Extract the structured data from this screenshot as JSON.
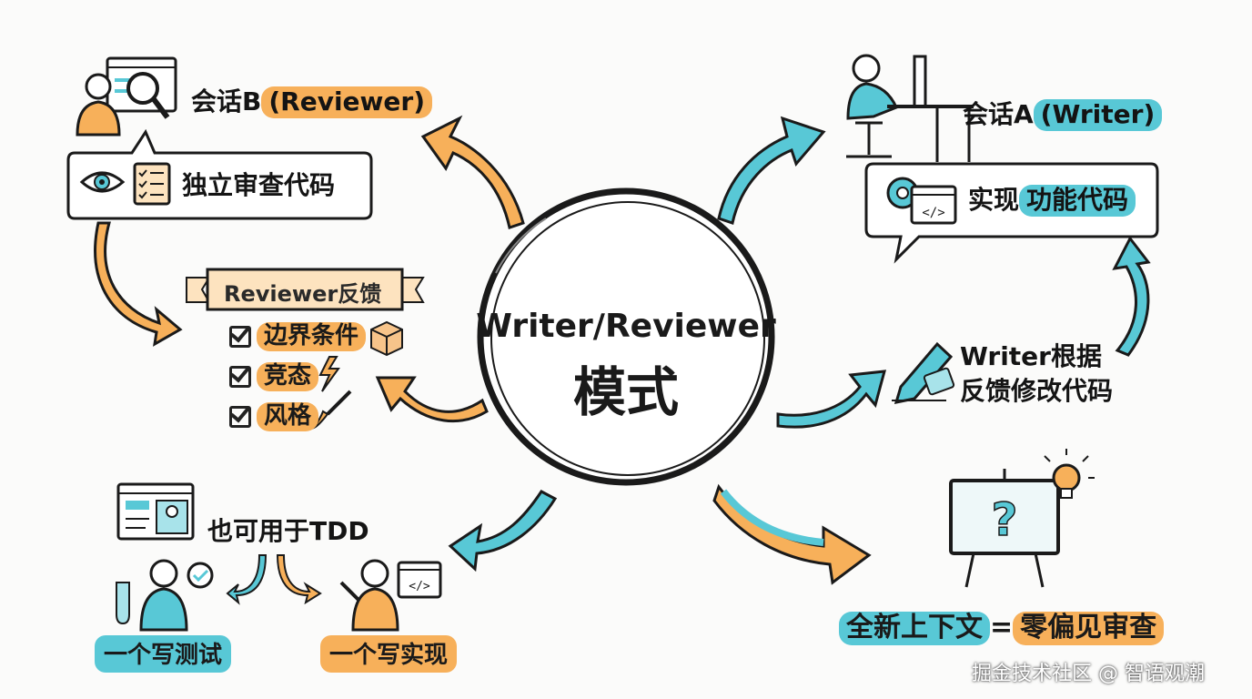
{
  "center": {
    "title": "Writer/Reviewer",
    "subtitle": "模式"
  },
  "session_b": {
    "prefix": "会话B",
    "highlight": "(Reviewer)",
    "task": "独立审查代码"
  },
  "session_a": {
    "prefix": "会话A",
    "highlight": "(Writer)",
    "task_plain": "实现",
    "task_highlight": "功能代码"
  },
  "feedback": {
    "banner": "Reviewer反馈",
    "items": [
      "边界条件",
      "竞态",
      "风格"
    ]
  },
  "revise": {
    "line1": "Writer根据",
    "line2": "反馈修改代码"
  },
  "tdd": {
    "title": "也可用于TDD",
    "left_label": "一个写测试",
    "right_label": "一个写实现"
  },
  "fresh": {
    "left": "全新上下文",
    "equals": "=",
    "right": "零偏见审查"
  },
  "watermark": "掘金技术社区 @ 智语观潮",
  "colors": {
    "orange": "#f7b05a",
    "cyan": "#58c8d6",
    "ink": "#1a1a1a"
  }
}
